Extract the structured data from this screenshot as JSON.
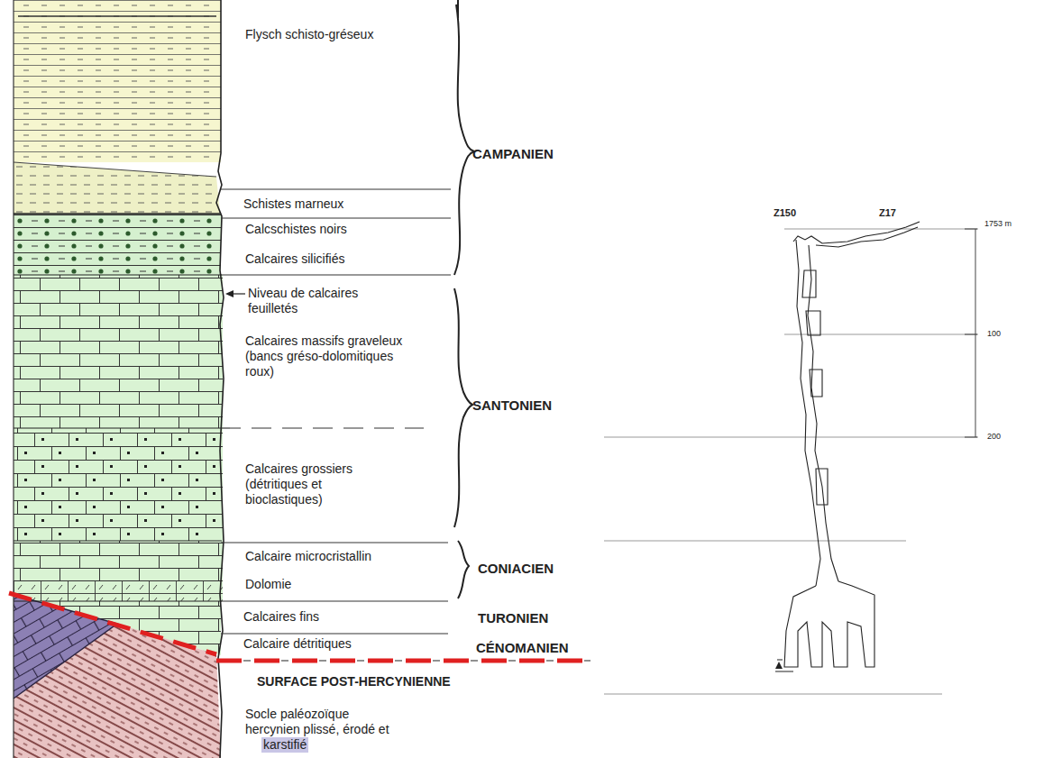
{
  "diagram": {
    "labels": [
      "Flysch schisto-gréseux",
      "Schistes marneux",
      "Calcschistes noirs",
      "Calcaires silicifiés",
      "Niveau de calcaires feuilletés",
      "Calcaires massifs graveleux (bancs gréso-dolomitiques roux)",
      "Calcaires grossiers (détritiques et bioclastiques)",
      "Calcaire microcristallin",
      "Dolomie",
      "Calcaires fins",
      "Calcaire détritiques",
      "SURFACE POST-HERCYNIENNE",
      "Socle paléozoïque hercynien plissé, érodé et",
      "karstifié",
      "CAMPANIEN",
      "SANTONIEN",
      "CONIACIEN",
      "TURONIEN",
      "CÉNOMANIEN",
      "Z150",
      "Z17",
      "1753 m",
      "100",
      "200"
    ]
  }
}
